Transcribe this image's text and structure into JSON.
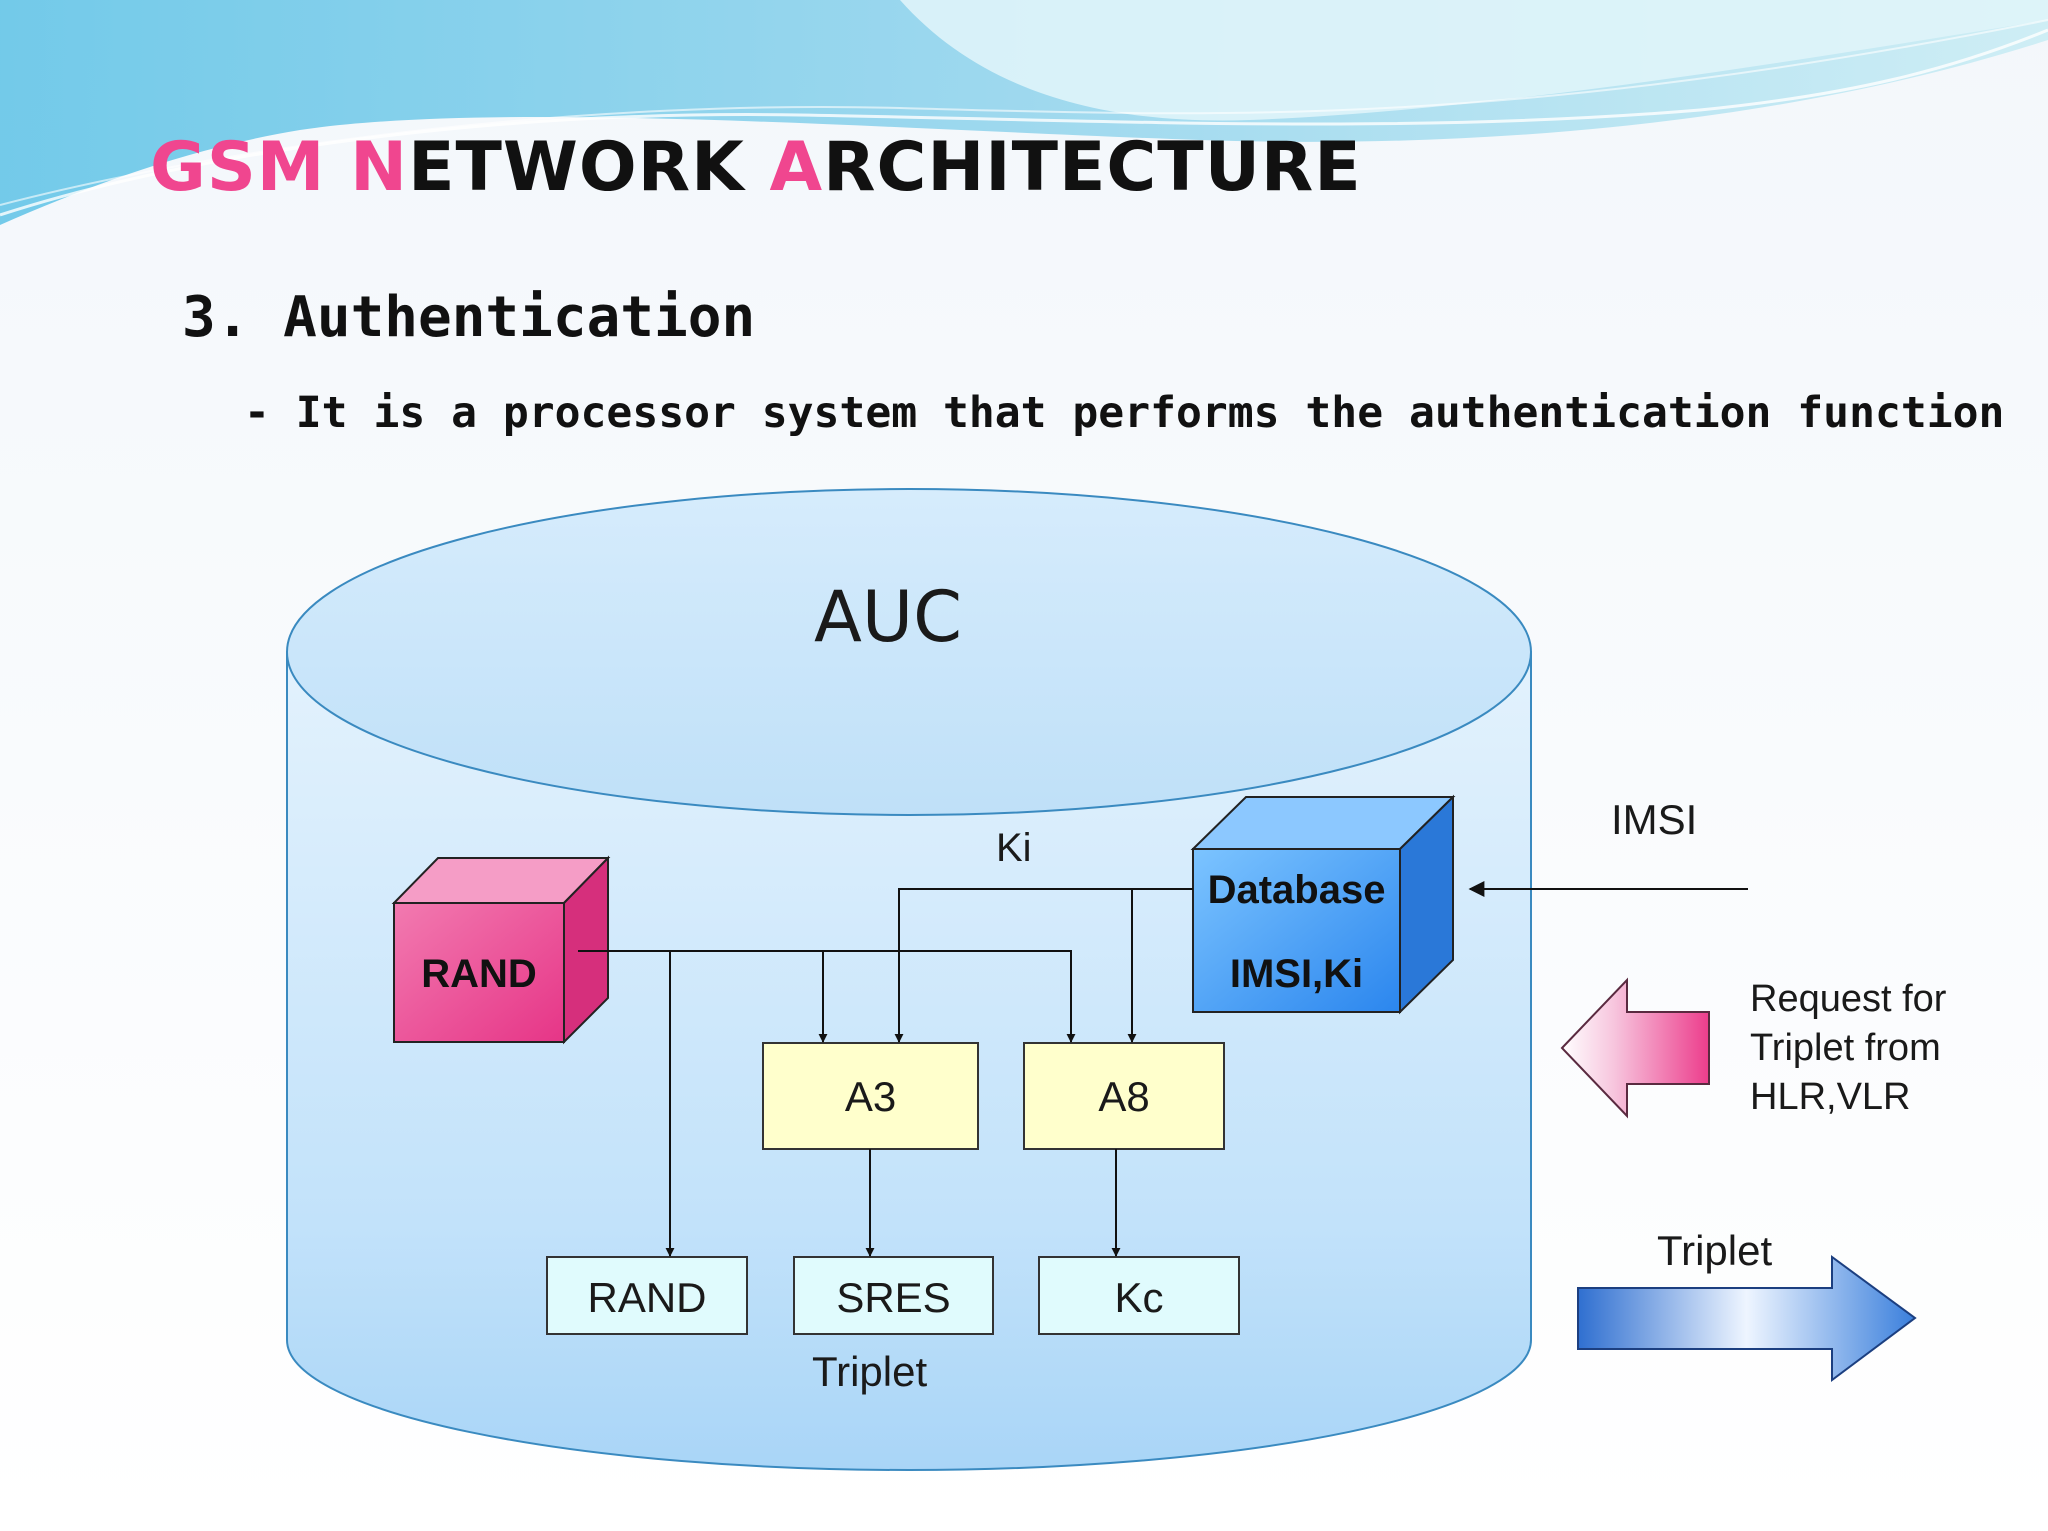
{
  "title": {
    "part1_accent": "GSM ",
    "part2_accent": "N",
    "part2_rest": "ETWORK ",
    "part3_accent": "A",
    "part3_rest": "RCHITECTURE"
  },
  "section_heading": "3. Authentication",
  "description": "- It is a processor system that performs the authentication function",
  "diagram": {
    "cylinder_label": "AUC",
    "rand_block_label": "RAND",
    "database_label_1": "Database",
    "database_label_2": "IMSI,Ki",
    "ki_label": "Ki",
    "a3_label": "A3",
    "a8_label": "A8",
    "out_rand_label": "RAND",
    "out_sres_label": "SRES",
    "out_kc_label": "Kc",
    "triplet_caption": "Triplet",
    "imsi_label": "IMSI",
    "request_label_line1": "Request for",
    "request_label_line2": "Triplet from",
    "request_label_line3": "HLR,VLR",
    "triplet_arrow_label": "Triplet"
  },
  "colors": {
    "accent_pink": "#f0468f",
    "cylinder_fill": "#cce6fb",
    "box_yellow": "#ffffcc",
    "box_cyan": "#e0fbfd",
    "db_blue": "#2f8ff0",
    "rand_pink": "#ef4a93"
  }
}
